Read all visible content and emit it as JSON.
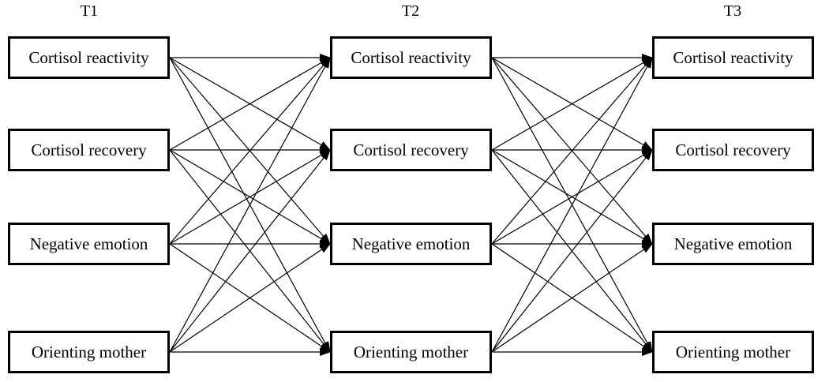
{
  "diagram": {
    "time_points": [
      "T1",
      "T2",
      "T3"
    ],
    "variables": [
      "Cortisol reactivity",
      "Cortisol recovery",
      "Negative emotion",
      "Orienting mother"
    ],
    "edges": "fully cross-lagged: every variable at each time point points to every variable at the next time point",
    "colors": {
      "line": "#000000",
      "box_border": "#000000",
      "background": "#ffffff"
    }
  }
}
